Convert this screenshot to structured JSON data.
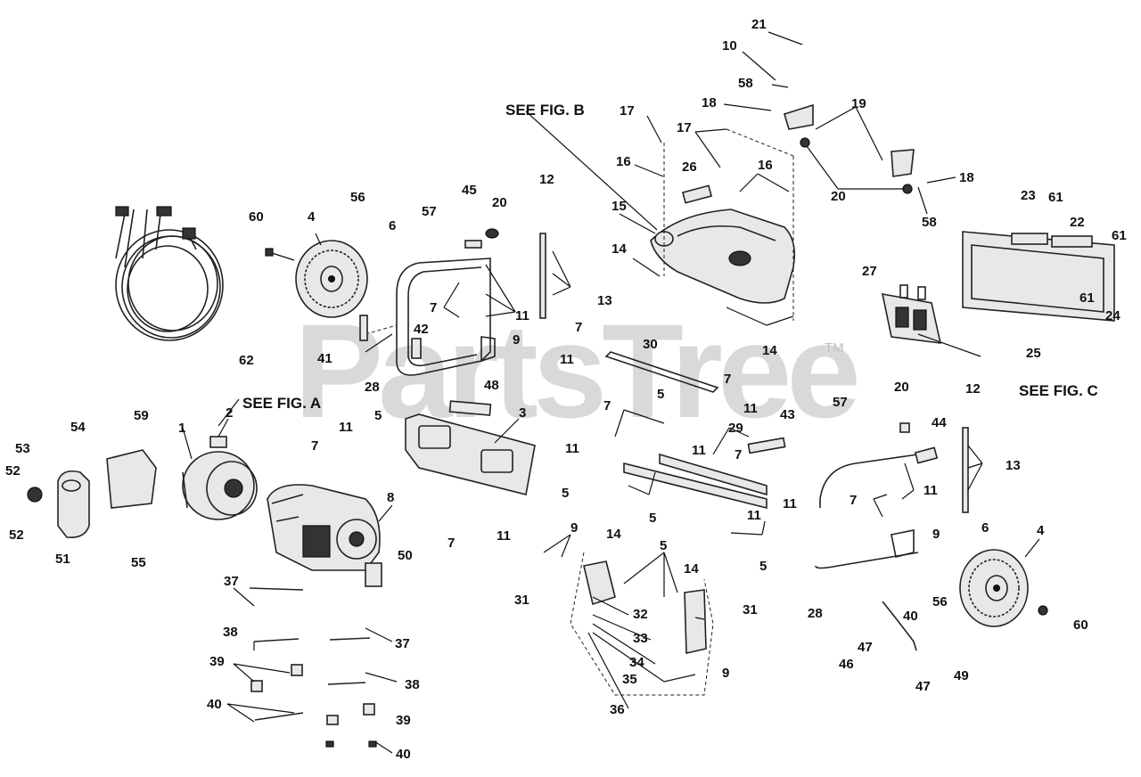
{
  "watermark": {
    "text": "PartsTree",
    "trademark": "TM"
  },
  "figure_refs": {
    "fig_a": "SEE FIG. A",
    "fig_b": "SEE FIG. B",
    "fig_c": "SEE FIG. C"
  },
  "callouts": {
    "c1": "1",
    "c2": "2",
    "c3": "3",
    "c4a": "4",
    "c4b": "4",
    "c5a": "5",
    "c5b": "5",
    "c5c": "5",
    "c5d": "5",
    "c5e": "5",
    "c5f": "5",
    "c6a": "6",
    "c6b": "6",
    "c7a": "7",
    "c7b": "7",
    "c7c": "7",
    "c7d": "7",
    "c7e": "7",
    "c7f": "7",
    "c7g": "7",
    "c7h": "7",
    "c8": "8",
    "c9a": "9",
    "c9b": "9",
    "c9c": "9",
    "c9d": "9",
    "c10": "10",
    "c11a": "11",
    "c11b": "11",
    "c11c": "11",
    "c11d": "11",
    "c11e": "11",
    "c11f": "11",
    "c11g": "11",
    "c11h": "11",
    "c11i": "11",
    "c11j": "11",
    "c12a": "12",
    "c12b": "12",
    "c13a": "13",
    "c13b": "13",
    "c14a": "14",
    "c14b": "14",
    "c14c": "14",
    "c14d": "14",
    "c15": "15",
    "c16a": "16",
    "c16b": "16",
    "c17a": "17",
    "c17b": "17",
    "c18a": "18",
    "c18b": "18",
    "c19": "19",
    "c20a": "20",
    "c20b": "20",
    "c20c": "20",
    "c21": "21",
    "c22": "22",
    "c23": "23",
    "c24": "24",
    "c25": "25",
    "c26": "26",
    "c27": "27",
    "c28a": "28",
    "c28b": "28",
    "c29": "29",
    "c30": "30",
    "c31a": "31",
    "c31b": "31",
    "c32": "32",
    "c33": "33",
    "c34": "34",
    "c35": "35",
    "c36": "36",
    "c37a": "37",
    "c37b": "37",
    "c38a": "38",
    "c38b": "38",
    "c39a": "39",
    "c39b": "39",
    "c40a": "40",
    "c40b": "40",
    "c40c": "40",
    "c41": "41",
    "c42": "42",
    "c43": "43",
    "c44": "44",
    "c45": "45",
    "c46": "46",
    "c47a": "47",
    "c47b": "47",
    "c48": "48",
    "c49": "49",
    "c50": "50",
    "c51": "51",
    "c52a": "52",
    "c52b": "52",
    "c53": "53",
    "c54": "54",
    "c55": "55",
    "c56a": "56",
    "c56b": "56",
    "c57a": "57",
    "c57b": "57",
    "c58a": "58",
    "c58b": "58",
    "c59": "59",
    "c60a": "60",
    "c60b": "60",
    "c61a": "61",
    "c61b": "61",
    "c61c": "61",
    "c62": "62"
  }
}
